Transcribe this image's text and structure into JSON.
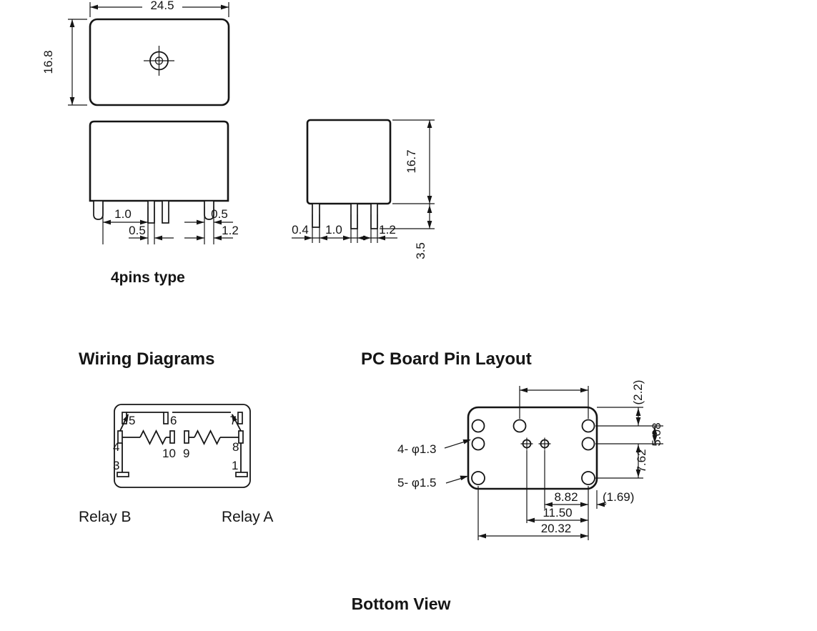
{
  "top_view": {
    "width_dim": "24.5",
    "height_dim": "16.8"
  },
  "front_view": {
    "caption": "4pins type",
    "dim_left_top": "1.0",
    "dim_left_bottom": "0.5",
    "dim_right_top": "0.5",
    "dim_right_bottom": "1.2"
  },
  "side_view": {
    "dim_body_height": "16.7",
    "dim_pin_a": "0.4",
    "dim_pin_gap": "1.0",
    "dim_pin_b": "1.2",
    "dim_pin_length": "3.5"
  },
  "wiring": {
    "title": "Wiring Diagrams",
    "relay_b_label": "Relay B",
    "relay_a_label": "Relay A",
    "pins": {
      "p5": "5",
      "p6": "6",
      "p7": "7",
      "p4": "4",
      "p10": "10",
      "p9": "9",
      "p8": "8",
      "p3": "3",
      "p1": "1"
    }
  },
  "pin_layout": {
    "title": "PC Board Pin Layout",
    "caption": "Bottom View",
    "note_small_holes": "4- φ1.3",
    "note_large_holes": "5- φ1.5",
    "dim_edge_offset": "(2.2)",
    "dim_row_pitch_a": "5.08",
    "dim_row_pitch_b": "7.62",
    "dim_x_a": "8.82",
    "dim_x_b": "11.50",
    "dim_x_c": "20.32",
    "dim_x_edge": "(1.69)"
  }
}
